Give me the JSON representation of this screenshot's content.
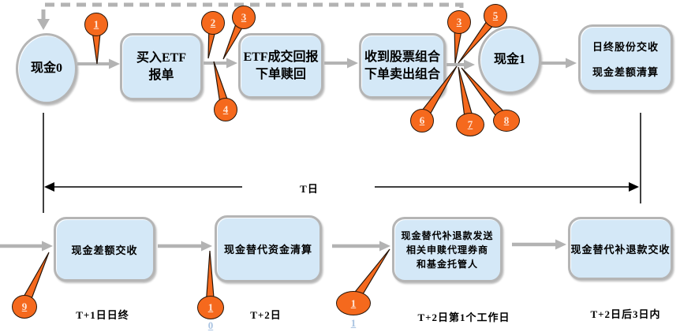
{
  "diagram": {
    "top_row": {
      "cash0": "现金0",
      "buy_etf_line1": "买入ETF",
      "buy_etf_line2": "报单",
      "etf_report_line1": "ETF成交回报",
      "etf_report_line2": "下单赎回",
      "basket_line1": "收到股票组合",
      "basket_line2": "下单卖出组合",
      "cash1": "现金1",
      "eod_line1": "日终股份交收",
      "eod_line2": "现金差额清算"
    },
    "bottom_row": {
      "cash_diff_settle": "现金差额交收",
      "cash_substitute_clearing": "现金替代资金清算",
      "refund_send_line1": "现金替代补退款发送",
      "refund_send_line2": "相关申赎代理券商",
      "refund_send_line3": "和基金托管人",
      "refund_settle": "现金替代补退款交收"
    },
    "timeline_label": "T日",
    "stage_labels": {
      "t1_eod": "T+1日日终",
      "t2": "T+2日",
      "t2_first_workday": "T+2日第1个工作日",
      "t2_within_3days": "T+2日后3日内"
    },
    "callouts": {
      "c1": "1",
      "c2": "2",
      "c3": "3",
      "c4": "4",
      "c3b": "3",
      "c5": "5",
      "c6": "6",
      "c7": "7",
      "c8": "8",
      "c9": "9",
      "c10_line1": "1",
      "c10_line2": "0",
      "c11_line1": "1",
      "c11_line2": "1"
    },
    "colors": {
      "node_fill": "#d4e8f7",
      "node_border": "#b5b5b5",
      "callout_fill": "#f5691d",
      "callout_text": "#ffe9dc",
      "wrapped_digit": "#a9c3e1",
      "connector_gray": "#b3b3b3",
      "line_black": "#000000"
    }
  }
}
